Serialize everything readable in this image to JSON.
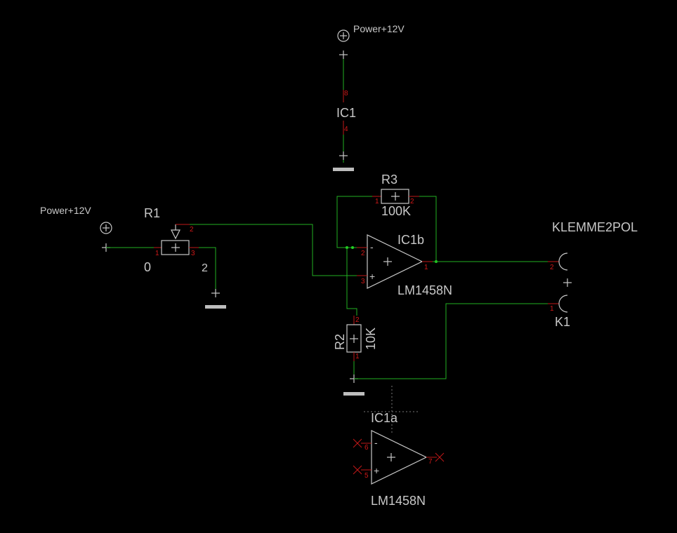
{
  "power_top": {
    "label": "Power+12V"
  },
  "power_left": {
    "label": "Power+12V"
  },
  "ic1_supply": {
    "label": "IC1",
    "pin_top": "8",
    "pin_bottom": "4"
  },
  "r1": {
    "name": "R1",
    "value": "0",
    "extra": "2",
    "pin1": "1",
    "pin2": "2",
    "pin3": "3"
  },
  "r3": {
    "name": "R3",
    "value": "100K",
    "pin1": "1",
    "pin2": "2"
  },
  "ic1b": {
    "name": "IC1b",
    "part": "LM1458N",
    "pin_inv": "2",
    "pin_noninv": "3",
    "pin_out": "1",
    "minus": "-",
    "plus": "+"
  },
  "r2": {
    "name": "R2",
    "value": "10K",
    "pin_top": "2",
    "pin_bottom": "1"
  },
  "klemme": {
    "title": "KLEMME2POL",
    "name": "K1",
    "pin2": "2",
    "pin1": "1"
  },
  "ic1a": {
    "name": "IC1a",
    "part": "LM1458N",
    "pin_inv": "6",
    "pin_noninv": "5",
    "pin_out": "7",
    "minus": "-",
    "plus": "+"
  }
}
